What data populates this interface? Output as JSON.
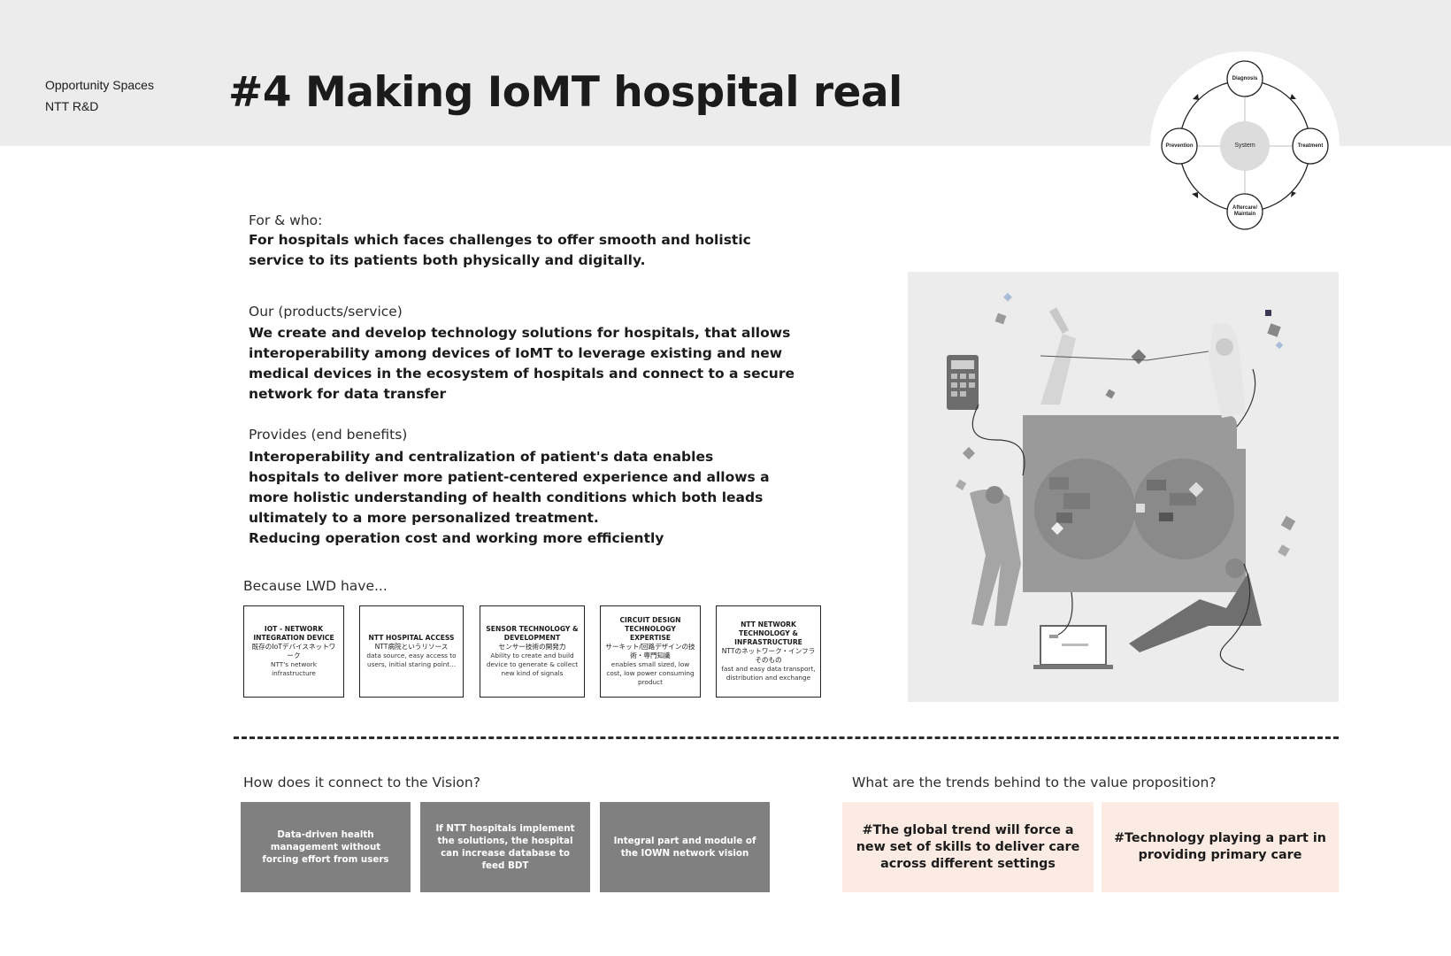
{
  "header": {
    "org_line1": "Opportunity Spaces",
    "org_line2": "NTT R&D",
    "title": "#4 Making IoMT hospital real"
  },
  "cycle": {
    "center": "System",
    "nodes": [
      "Diagnosis",
      "Treatment",
      "Aftercare/\nMaintain",
      "Prevention"
    ]
  },
  "sections": {
    "for_who": {
      "label": "For & who:",
      "text": "For hospitals which faces challenges to offer smooth and holistic service to its patients both physically and digitally."
    },
    "offering": {
      "label": "Our (products/service)",
      "text": "We create and develop technology solutions for hospitals, that allows interoperability among devices of IoMT to leverage existing and new medical devices in the ecosystem of hospitals and connect to a secure network for data transfer"
    },
    "benefits": {
      "label": "Provides (end benefits)",
      "text": "Interoperability and centralization of patient's data enables hospitals to deliver more patient-centered experience and allows a more holistic understanding of health conditions which both leads ultimately to a more personalized treatment.\nReducing operation cost and working more efficiently"
    }
  },
  "capabilities": {
    "label": "Because LWD have...",
    "cards": [
      {
        "title": "IOT - NETWORK INTEGRATION DEVICE",
        "jp": "既存のIoTデバイスネットワーク",
        "desc": "NTT's network infrastructure"
      },
      {
        "title": "NTT HOSPITAL ACCESS",
        "jp": "NTT病院というリソース",
        "desc": "data source, easy access to users, initial staring point..."
      },
      {
        "title": "SENSOR TECHNOLOGY & DEVELOPMENT",
        "jp": "センサー技術の開発力",
        "desc": "Ability to create and build device to generate & collect new kind of signals"
      },
      {
        "title": "CIRCUIT DESIGN TECHNOLOGY EXPERTISE",
        "jp": "サーキット/回路デザインの技術・専門知識",
        "desc": "enables small sized, low cost, low power consuming product"
      },
      {
        "title": "NTT NETWORK TECHNOLOGY & INFRASTRUCTURE",
        "jp": "NTTのネットワーク・インフラそのもの",
        "desc": "fast and easy data transport, distribution and exchange"
      }
    ]
  },
  "vision": {
    "label": "How does it connect to the Vision?",
    "cards": [
      "Data-driven health management without forcing effort from users",
      "If NTT hospitals implement the solutions, the hospital can increase database to feed BDT",
      "Integral part and module of the IOWN network vision"
    ]
  },
  "trends": {
    "label": "What are the trends behind to the value proposition?",
    "cards": [
      "#The global trend will force a new set of skills to deliver care across different settings",
      "#Technology playing a part in providing primary care"
    ]
  },
  "colors": {
    "header_band": "#ececec",
    "vision_card": "#808080",
    "trend_card": "#fcebe3",
    "illustration_bg": "#ececec"
  },
  "illustration": {
    "icon": "hospital-collaboration-illustration",
    "laptop_screen": "laptop-screen-icon"
  }
}
